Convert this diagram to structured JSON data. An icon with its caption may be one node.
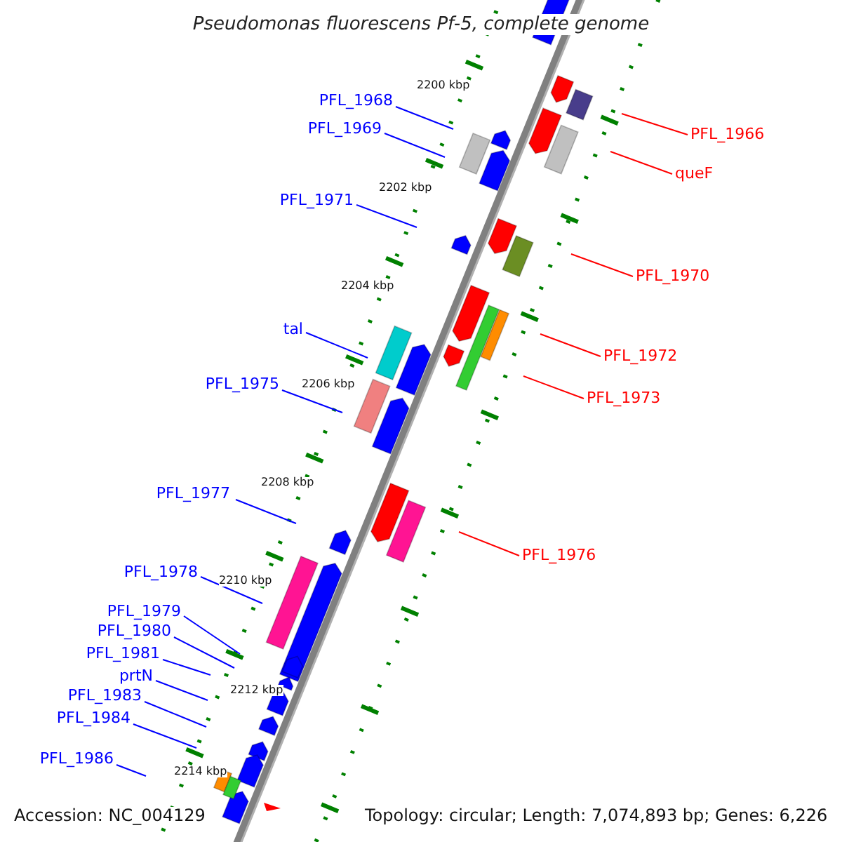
{
  "diagram": {
    "title": "Pseudomonas fluorescens Pf-5, complete genome",
    "nodes": [
      {
        "text": [
          "PFL_1968"
        ]
      },
      {
        "text": [
          "PFL_1966"
        ]
      },
      {
        "text": [
          "PFL_1969"
        ]
      },
      {
        "text": [
          "queF"
        ]
      },
      {
        "text": [
          "PFL_1971"
        ]
      },
      {
        "text": [
          "PFL_1970"
        ]
      },
      {
        "text": [
          "PFL_1972"
        ]
      },
      {
        "text": [
          "tal"
        ]
      },
      {
        "text": [
          "PFL_1973"
        ]
      },
      {
        "text": [
          "PFL_1975"
        ]
      },
      {
        "text": [
          "PFL_1977"
        ]
      },
      {
        "text": [
          "PFL_1976"
        ]
      },
      {
        "text": [
          "PFL_1978"
        ]
      },
      {
        "text": [
          "PFL_1979"
        ]
      },
      {
        "text": [
          "PFL_1980"
        ]
      },
      {
        "text": [
          "PFL_1981"
        ]
      },
      {
        "text": [
          "prtN"
        ]
      },
      {
        "text": [
          "PFL_1983"
        ]
      },
      {
        "text": [
          "PFL_1984"
        ]
      },
      {
        "text": [
          "PFL_1986"
        ]
      }
    ],
    "edges": [
      {
        "from": 0,
        "to": null,
        "arrow": "none"
      },
      {
        "from": 1,
        "to": null,
        "arrow": "none",
        "color": "#ff0000"
      },
      {
        "from": 2,
        "to": null,
        "arrow": "none"
      },
      {
        "from": 3,
        "to": null,
        "arrow": "none",
        "color": "#ff0000"
      },
      {
        "from": 4,
        "to": null,
        "arrow": "none"
      },
      {
        "from": 5,
        "to": null,
        "arrow": "none",
        "color": "#ff0000"
      },
      {
        "from": 6,
        "to": null,
        "arrow": "none",
        "color": "#ff0000"
      },
      {
        "from": 7,
        "to": null,
        "arrow": "none"
      },
      {
        "from": 8,
        "to": null,
        "arrow": "none",
        "color": "#ff0000"
      },
      {
        "from": 9,
        "to": null,
        "arrow": "none"
      },
      {
        "from": 10,
        "to": null,
        "arrow": "none"
      },
      {
        "from": 11,
        "to": null,
        "arrow": "none",
        "color": "#ff0000"
      },
      {
        "from": 12,
        "to": null,
        "arrow": "none"
      },
      {
        "from": 13,
        "to": null,
        "arrow": "none"
      },
      {
        "from": 14,
        "to": null,
        "arrow": "none"
      },
      {
        "from": 15,
        "to": null,
        "arrow": "none"
      },
      {
        "from": 16,
        "to": null,
        "arrow": "none"
      },
      {
        "from": 17,
        "to": null,
        "arrow": "none"
      },
      {
        "from": 18,
        "to": null,
        "arrow": "none"
      },
      {
        "from": 19,
        "to": null,
        "arrow": "none"
      }
    ],
    "labels": [
      "2200 kbp",
      "2202 kbp",
      "2204 kbp",
      "2206 kbp",
      "2208 kbp",
      "2210 kbp",
      "2212 kbp",
      "2214 kbp",
      "Accession: NC_004129",
      "Topology: circular; Length: 7,074,893 bp; Genes: 6,226"
    ]
  }
}
